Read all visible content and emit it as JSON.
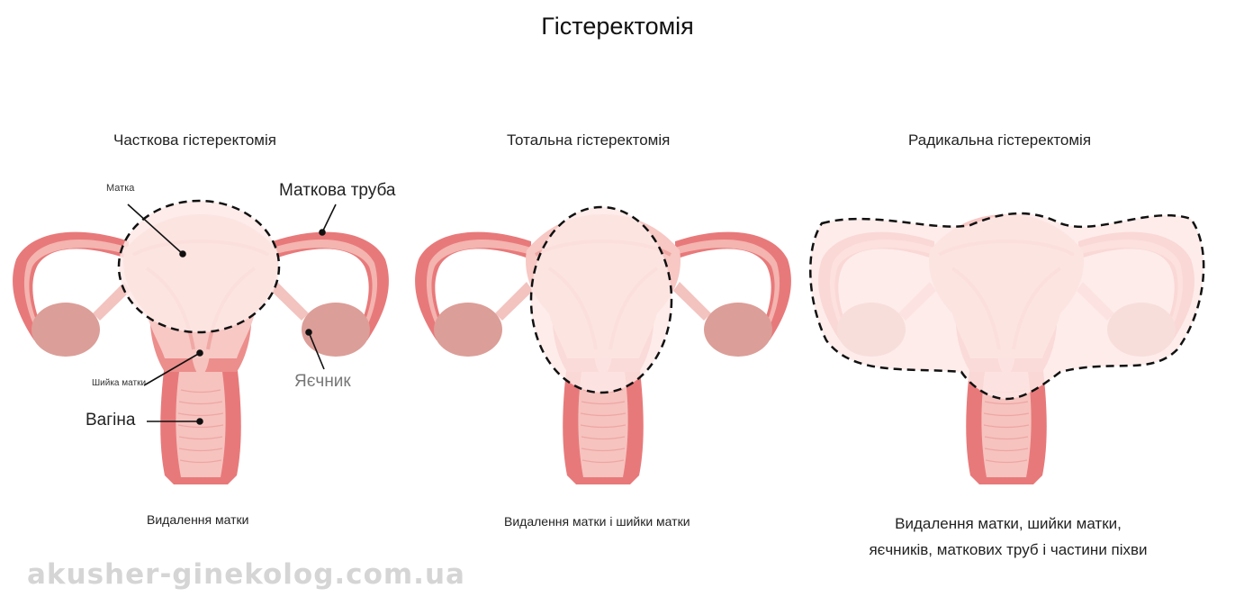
{
  "title": "Гістеректомія",
  "colors": {
    "tissue_dark": "#e8797a",
    "tissue_mid": "#f2a9a6",
    "tissue_light": "#f9d6d2",
    "ovary": "#dc9e98",
    "removed_fill": "#fde9e6",
    "dashed_outline": "#111111",
    "watermark": "#d5d5d5"
  },
  "panels": [
    {
      "title": "Часткова гістеректомія",
      "caption": "Видалення матки",
      "labels": {
        "uterus": "Матка",
        "fallopian_tube": "Маткова труба",
        "cervix": "Шийка матки",
        "ovary": "Яєчник",
        "vagina": "Вагіна"
      }
    },
    {
      "title": "Тотальна гістеректомія",
      "caption": "Видалення матки і шийки матки"
    },
    {
      "title": "Радикальна гістеректомія",
      "caption_line1": "Видалення матки, шийки матки,",
      "caption_line2": "яєчників, маткових труб і частини піхви"
    }
  ],
  "watermark": "akusher-ginekolog.com.ua"
}
